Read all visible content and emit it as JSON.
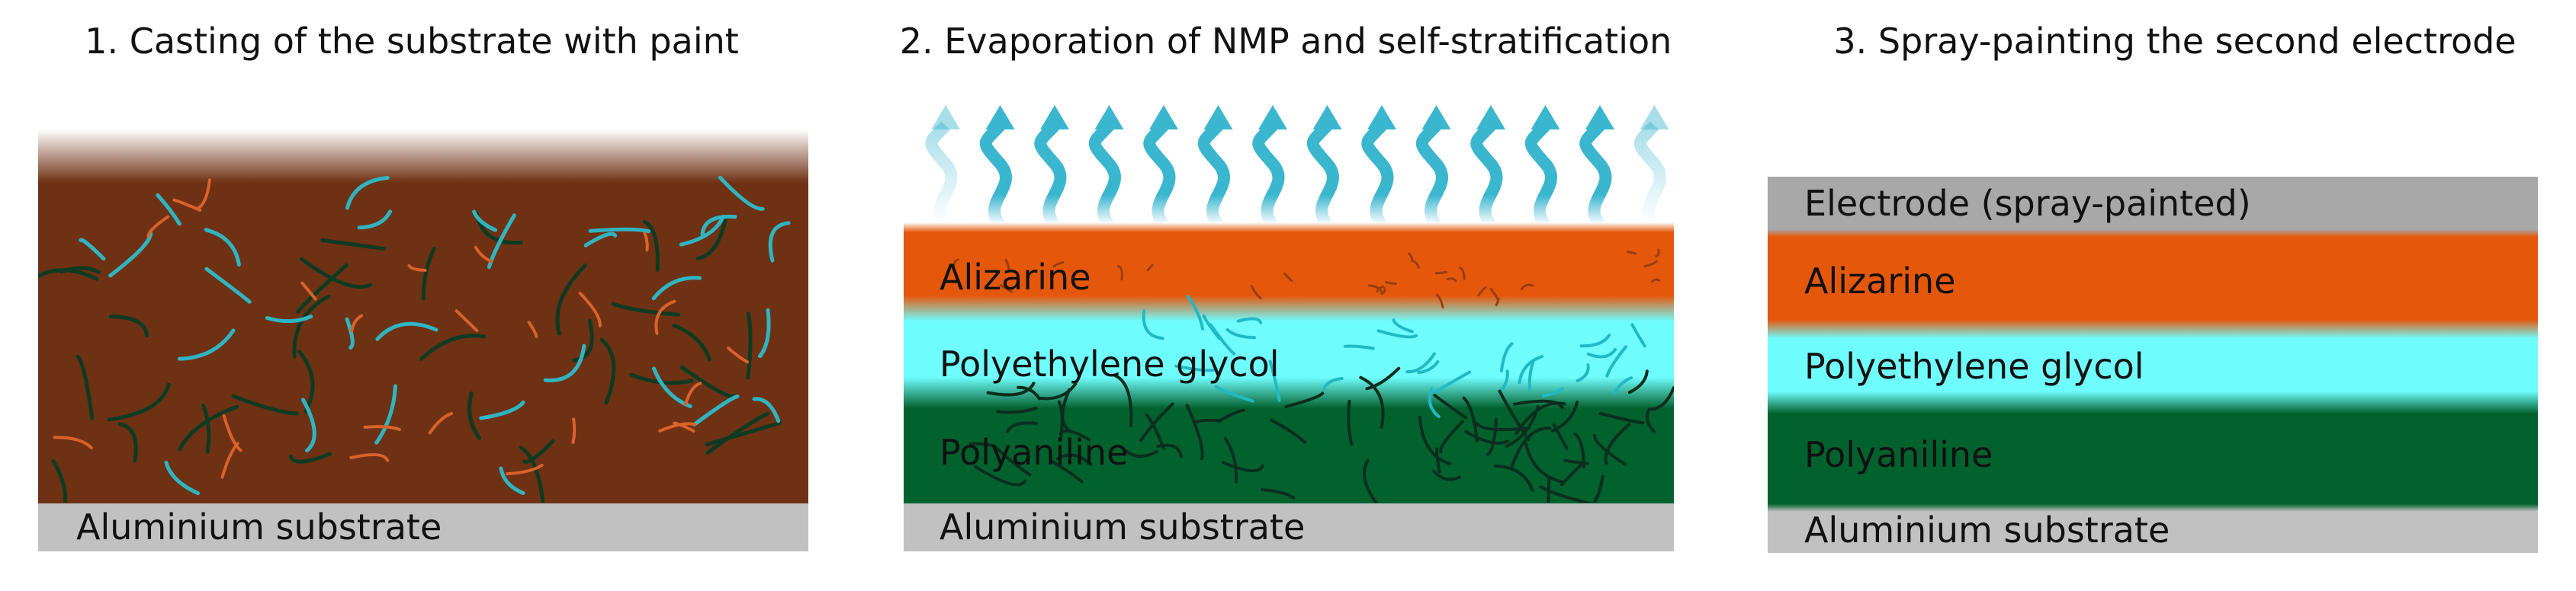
{
  "panel1": {
    "title": "1. Casting of the substrate with paint",
    "substrate_label": "Aluminium substrate"
  },
  "panel2": {
    "title": "2. Evaporation of NMP and self-stratification",
    "layers": [
      "Alizarine",
      "Polyethylene glycol",
      "Polyaniline"
    ],
    "substrate_label": "Aluminium substrate"
  },
  "panel3": {
    "title": "3. Spray-painting the second electrode",
    "electrode_label": "Electrode (spray-painted)",
    "layers": [
      "Alizarine",
      "Polyethylene glycol",
      "Polyaniline"
    ],
    "substrate_label": "Aluminium substrate"
  },
  "colors": {
    "paint": "#6e3114",
    "alizarine": "#e5580c",
    "peg": "#6ffcfd",
    "polyaniline": "#02622e",
    "substrate": "#c1c1c1",
    "electrode": "#a8a8a8",
    "cyan_fibre": "#2fb5c2",
    "green_fibre": "#0e3a22",
    "orange_fibre": "#d9622a",
    "vapour_arrow": "#3bb6cf"
  },
  "icons": [
    "vapour-arrow-icon"
  ]
}
